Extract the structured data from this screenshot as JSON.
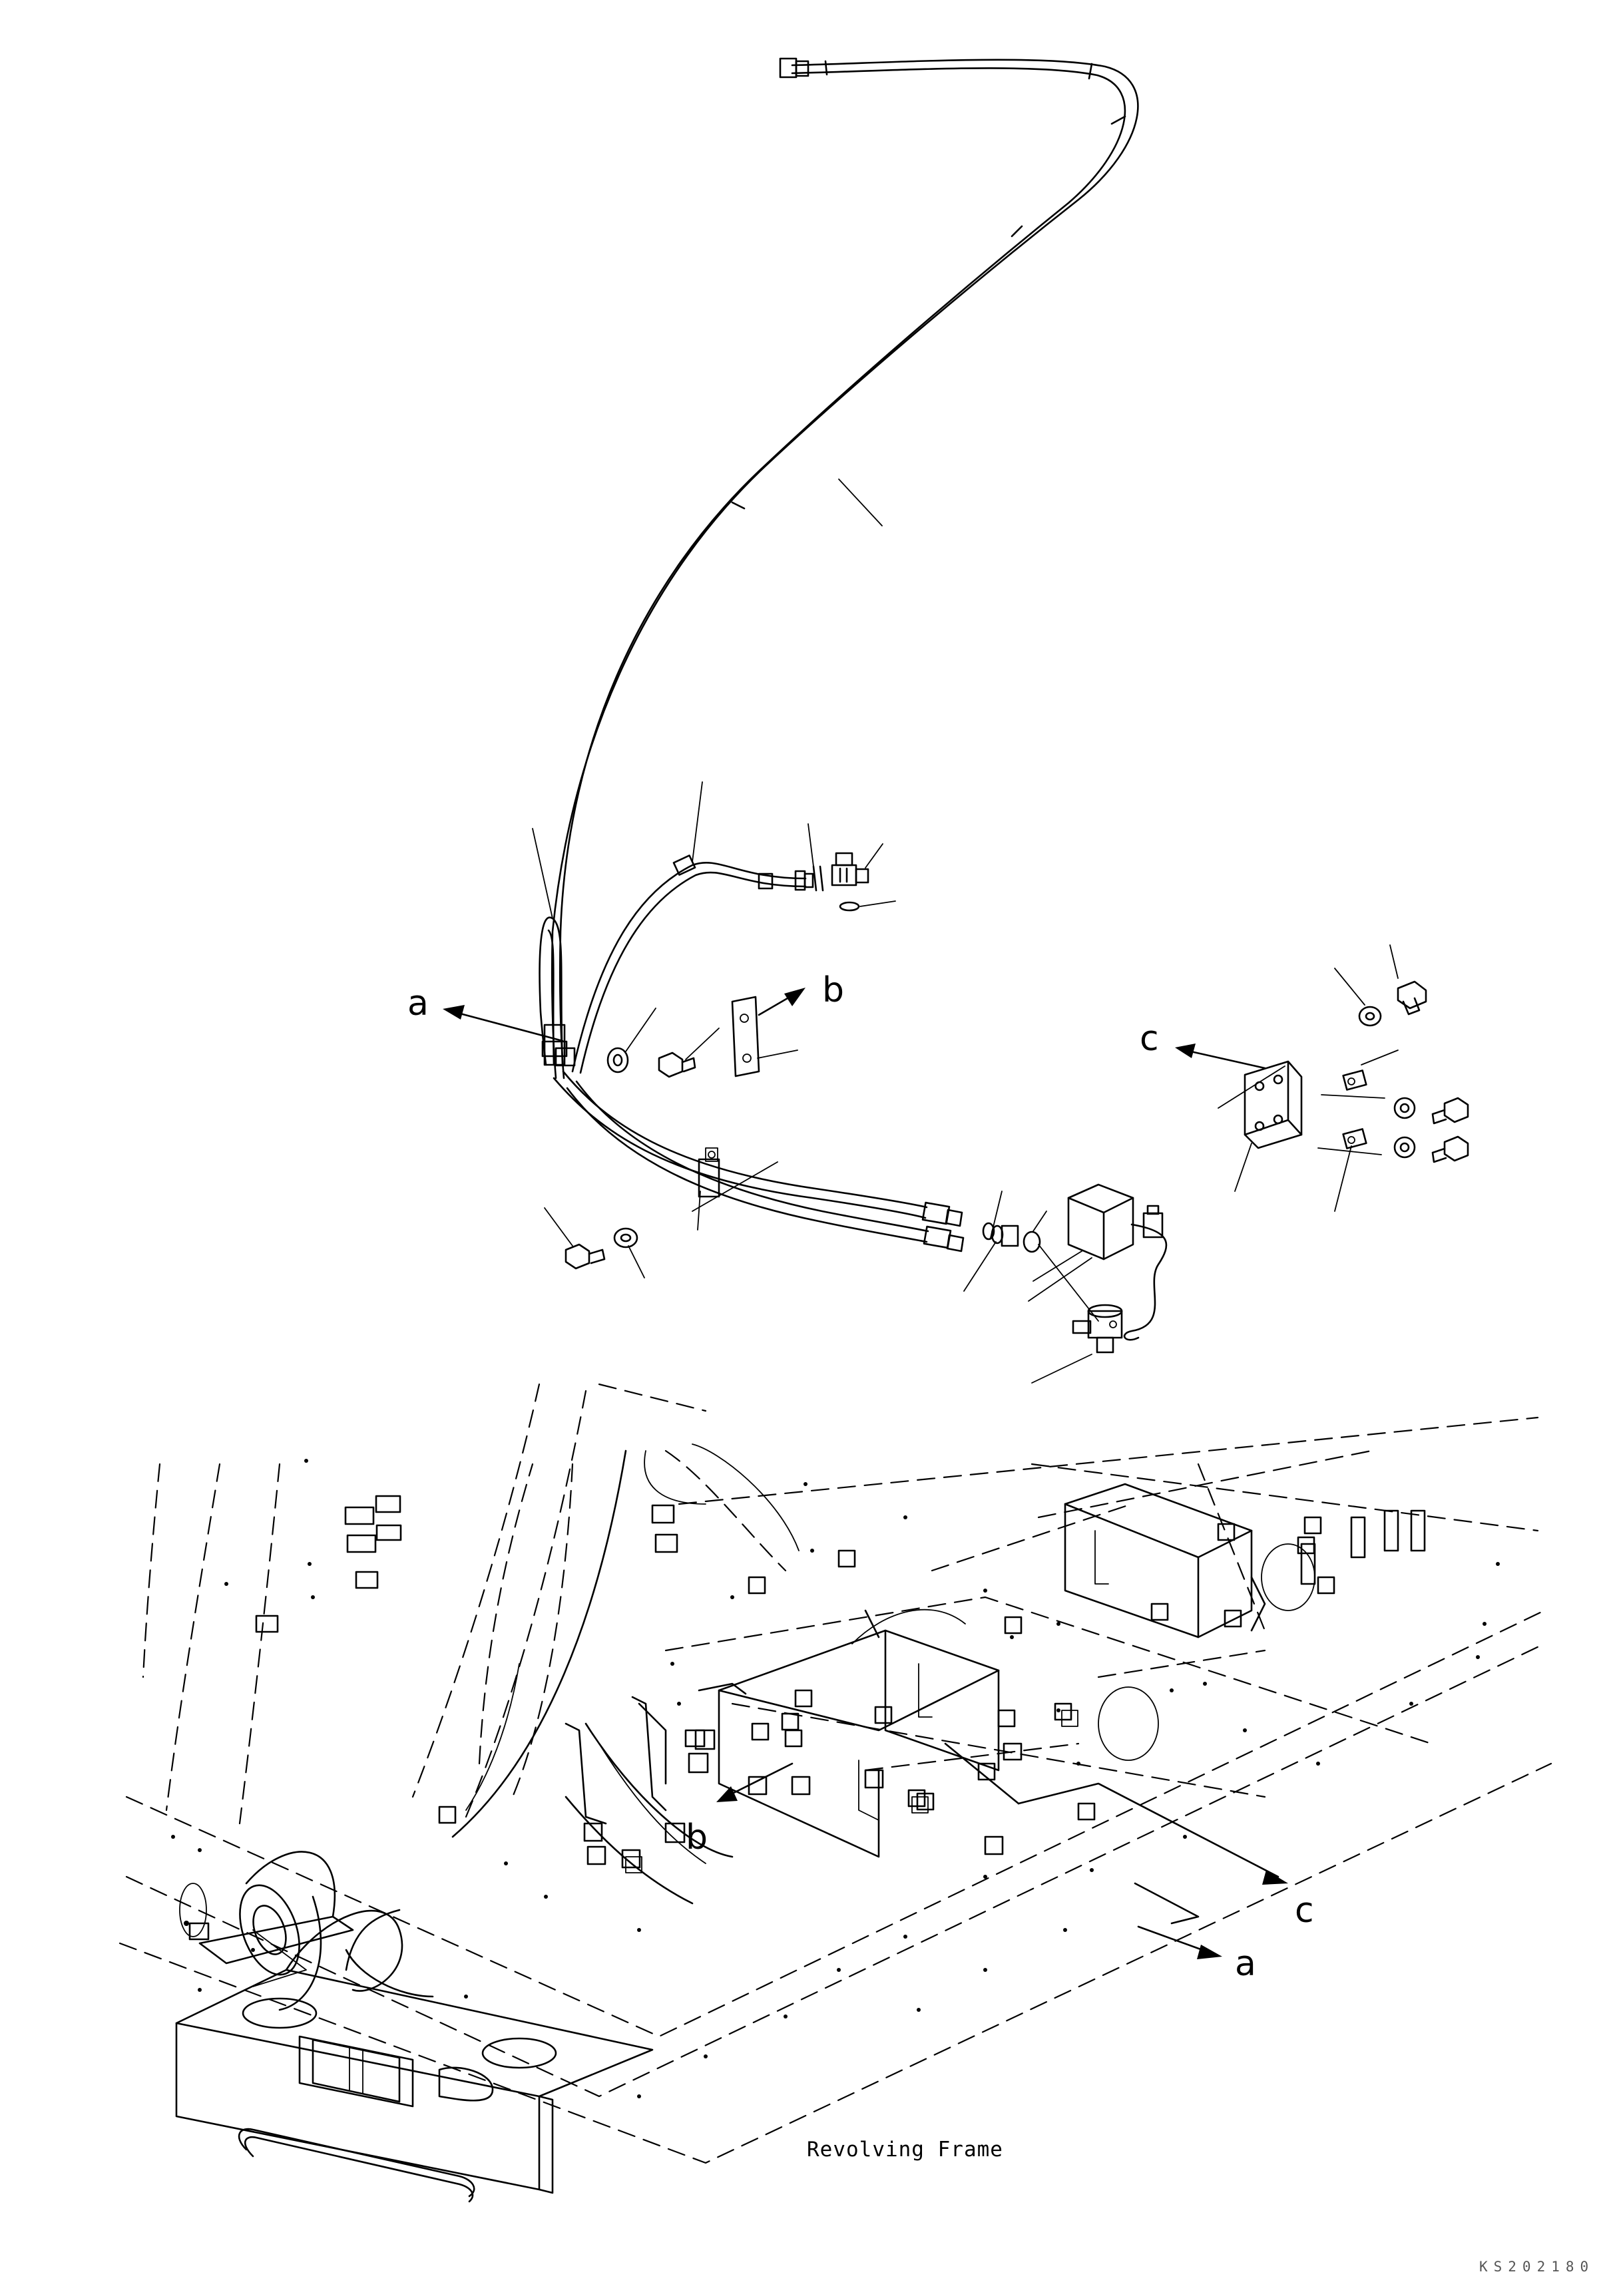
{
  "callouts": {
    "a_top": "a",
    "b_top": "b",
    "c_top": "c",
    "b_bottom": "b",
    "c_bottom": "c",
    "a_bottom": "a"
  },
  "caption": "Revolving Frame",
  "drawing_code": "KS202180"
}
